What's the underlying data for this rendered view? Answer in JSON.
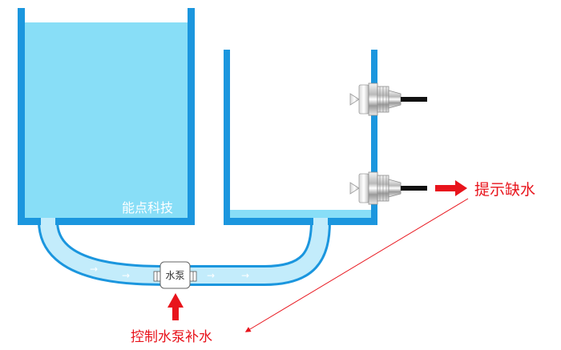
{
  "watermark": "能点科技",
  "pump_label": "水泵",
  "label_low_water": "提示缺水",
  "label_control": "控制水泵补水",
  "colors": {
    "wall": "#1b96de",
    "water": "#88def7",
    "pipe_water": "#c3ecfb",
    "arrow_red": "#e8141c",
    "sensor_cable": "#111111"
  },
  "icons": {
    "flow_arrow": "→",
    "sensor": "water-level-sensor-icon",
    "pump": "pump-icon"
  }
}
